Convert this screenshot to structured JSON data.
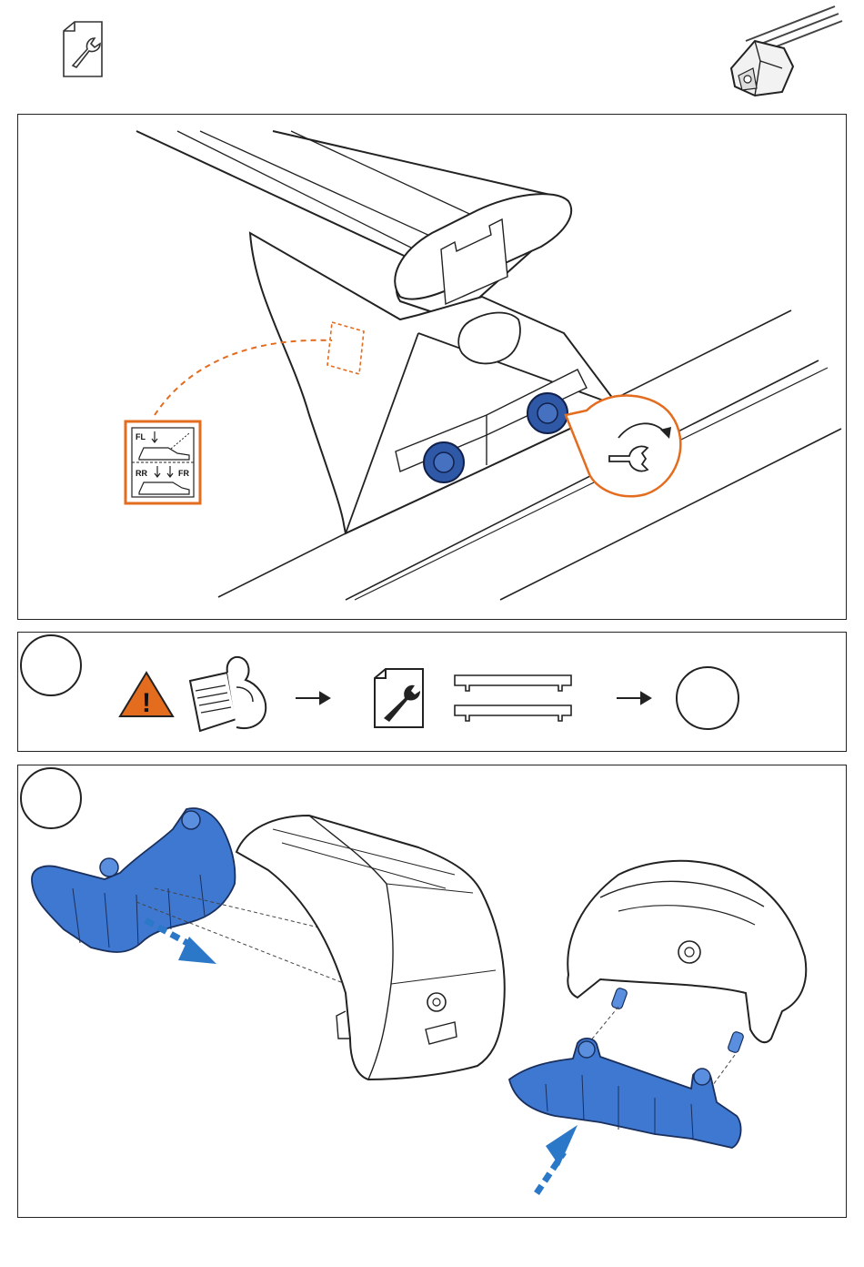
{
  "header": {
    "doc_icon": "wrench-document-icon",
    "product_thumb": "roof-rack-foot-thumbnail"
  },
  "panel_top": {
    "wrench_callout_icon": "wrench-rotate-icon",
    "orientation_label": {
      "front_left": "FL",
      "rear_right": "RR",
      "front_right": "FR"
    },
    "colors": {
      "accent": "#e36c1f",
      "nut": "#2f58a6"
    }
  },
  "panel_steps": {
    "step_circle_left": "",
    "warning_icon": "warning-triangle-icon",
    "manual_icon": "read-manual-icon",
    "doc_wrench_icon": "wrench-document-icon",
    "bars_icon": "roof-bars-icon",
    "step_circle_right": "",
    "colors": {
      "warning": "#e36c1f"
    }
  },
  "panel_bottom": {
    "step_circle": "",
    "colors": {
      "part": "#3f78d1",
      "arrow": "#2b78c9"
    }
  }
}
